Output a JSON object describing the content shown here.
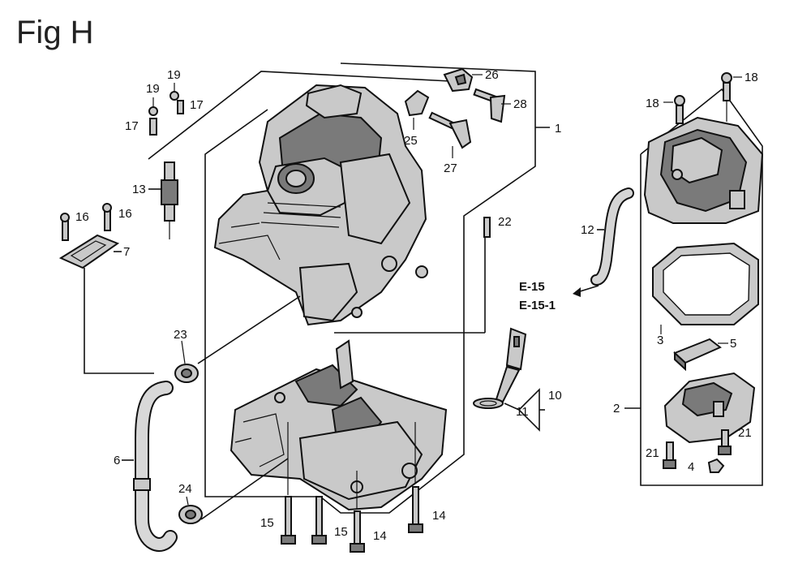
{
  "figure": {
    "title": "Fig H"
  },
  "labels": {
    "l1": "1",
    "l2": "2",
    "l3": "3",
    "l4": "4",
    "l5": "5",
    "l6": "6",
    "l7": "7",
    "l10": "10",
    "l11": "11",
    "l12": "12",
    "l13": "13",
    "l14a": "14",
    "l14b": "14",
    "l15a": "15",
    "l15b": "15",
    "l16a": "16",
    "l16b": "16",
    "l17a": "17",
    "l17b": "17",
    "l18a": "18",
    "l18b": "18",
    "l19a": "19",
    "l19b": "19",
    "l21a": "21",
    "l21b": "21",
    "l22": "22",
    "l23": "23",
    "l24": "24",
    "l25": "25",
    "l26": "26",
    "l27": "27",
    "l28": "28"
  },
  "references": {
    "ref1": "E-15",
    "ref2": "E-15-1"
  }
}
